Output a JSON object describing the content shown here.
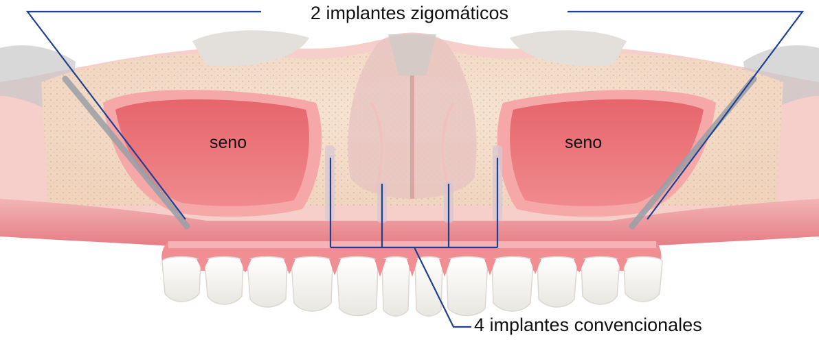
{
  "labels": {
    "zygomatic": "2 implantes zigomáticos",
    "sinus_left": "seno",
    "sinus_right": "seno",
    "conventional": "4 implantes convencionales"
  },
  "colors": {
    "leader_line": "#1f3f8f",
    "gum": "#e8848a",
    "sinus": "#d9545c",
    "bone": "#f2dcc8",
    "tooth": "#f7f7f5"
  }
}
